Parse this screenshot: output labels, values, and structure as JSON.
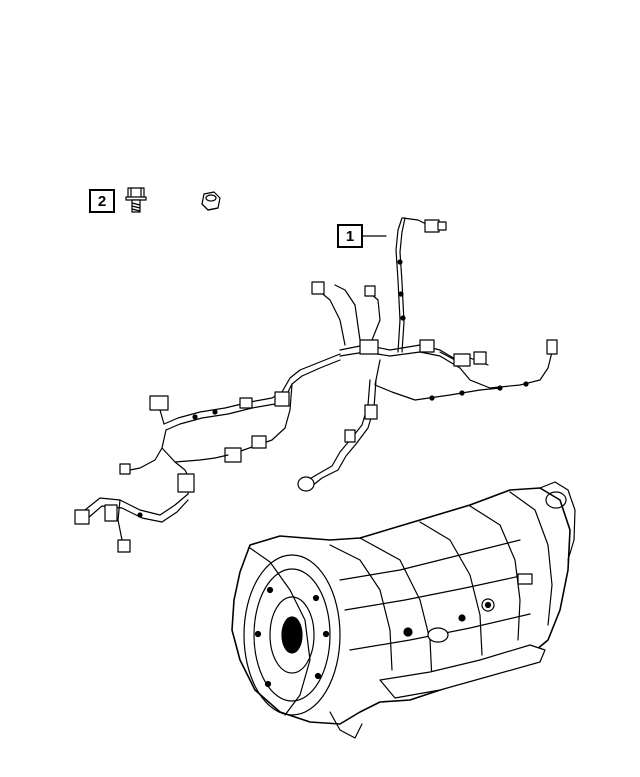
{
  "callouts": [
    {
      "number": "1",
      "part": "wiring-harness"
    },
    {
      "number": "2",
      "part": "bolt"
    }
  ],
  "colors": {
    "ink": "#000000",
    "background": "#ffffff"
  }
}
